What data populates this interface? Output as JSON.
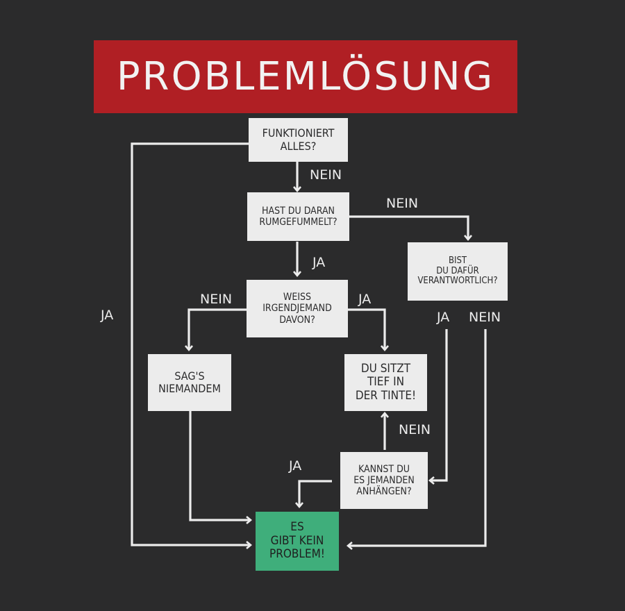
{
  "title": "PROBLEMLÖSUNG",
  "colors": {
    "background": "#2b2b2c",
    "title_bg": "#b01f24",
    "box": "#ececec",
    "final_box": "#3fae7b",
    "lines": "#ececec"
  },
  "nodes": {
    "funktioniert": "FUNKTIONIERT\nALLES?",
    "rumgefummelt": "HAST DU DARAN\nRUMGEFUMMELT?",
    "verantwortlich": "BIST\nDU DAFÜR\nVERANTWORTLICH?",
    "weiss": "WEISS\nIRGENDJEMAND\nDAVON?",
    "niemandem": "SAG'S\nNIEMANDEM",
    "tinte": "DU SITZT\nTIEF IN\nDER TINTE!",
    "anhaengen": "KANNST DU\nES JEMANDEN\nANHÄNGEN?",
    "kein_problem": "ES\nGIBT KEIN\nPROBLEM!"
  },
  "labels": {
    "ja_left": "JA",
    "nein_1": "NEIN",
    "nein_2": "NEIN",
    "ja_2": "JA",
    "nein_3": "NEIN",
    "ja_3": "JA",
    "ja_4": "JA",
    "nein_4": "NEIN",
    "nein_5": "NEIN",
    "ja_5": "JA"
  }
}
